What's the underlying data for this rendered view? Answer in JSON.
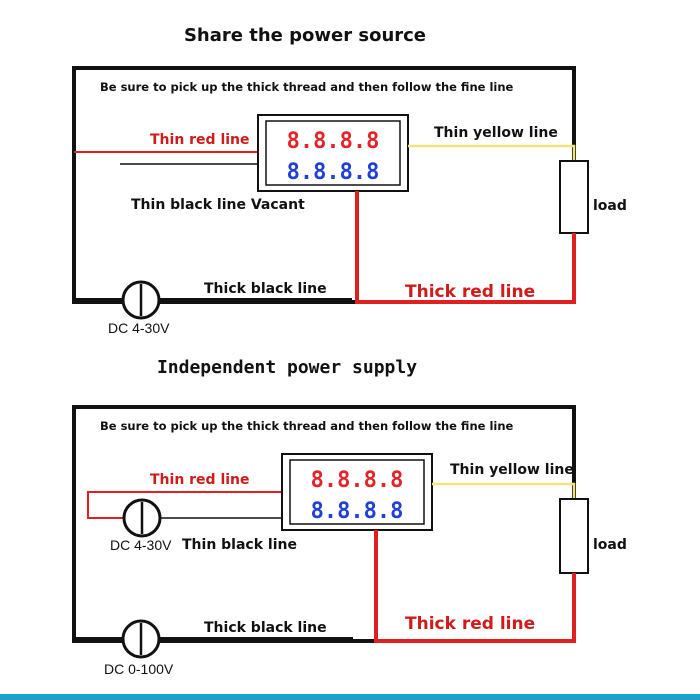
{
  "diagram1": {
    "title": "Share the power source",
    "note": "Be sure to pick up the thick thread and then follow the fine line",
    "thin_red": "Thin red line",
    "thin_yellow": "Thin yellow line",
    "thin_black_vacant": "Thin black line Vacant",
    "thick_black": "Thick black line",
    "thick_red": "Thick red line",
    "load": "load",
    "source": "DC 4-30V",
    "display_top": "8.8.8.8",
    "display_bottom": "8.8.8.8"
  },
  "diagram2": {
    "title": "Independent power supply",
    "note": "Be sure to pick up the thick thread and then follow the fine line",
    "thin_red": "Thin red line",
    "thin_yellow": "Thin yellow line",
    "thin_black": "Thin black line",
    "thick_black": "Thick black line",
    "thick_red": "Thick red line",
    "load": "load",
    "source_small": "DC 4-30V",
    "source_main": "DC 0-100V",
    "display_top": "8.8.8.8",
    "display_bottom": "8.8.8.8"
  },
  "colors": {
    "thick_black": "#111111",
    "thick_red": "#e02020",
    "thin_red": "#e02020",
    "thin_yellow": "#f2e37a",
    "display_red": "#e3242b",
    "display_blue": "#1f3fd6",
    "accent_bar": "#1aa3c8"
  }
}
